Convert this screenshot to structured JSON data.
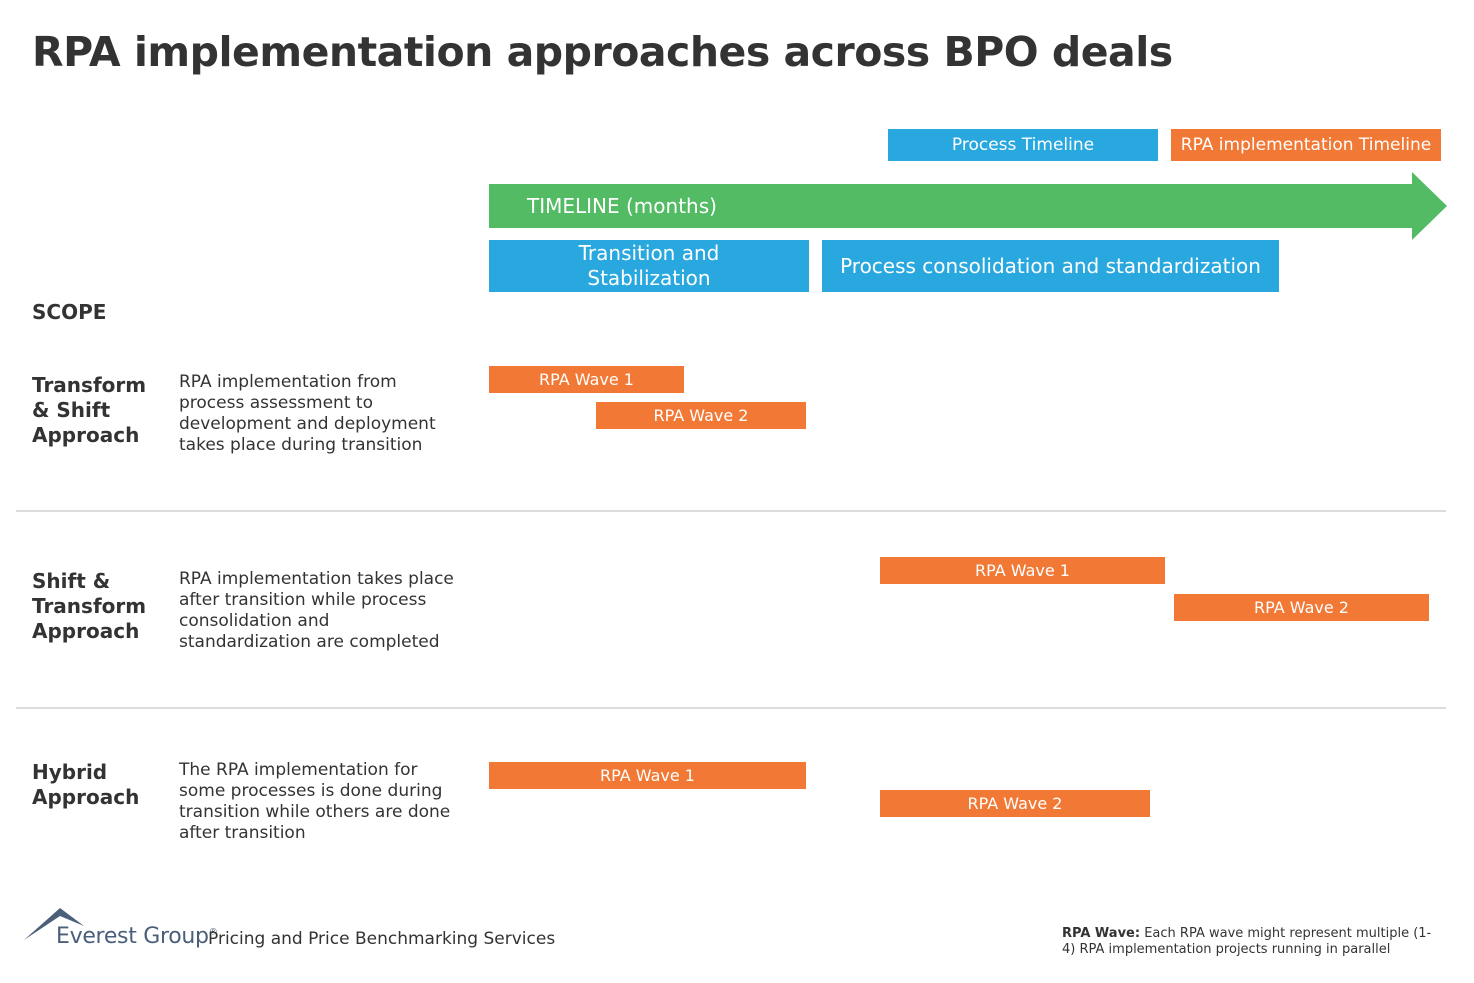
{
  "title": "RPA implementation approaches across BPO deals",
  "colors": {
    "process_blue": "#29a8e0",
    "rpa_orange": "#f27935",
    "timeline_green": "#52bb63",
    "text_dark": "#333333",
    "divider_gray": "#dcdcdc"
  },
  "legend": {
    "process": "Process Timeline",
    "rpa": "RPA implementation Timeline"
  },
  "timeline": {
    "label": "TIMELINE (months)"
  },
  "phases": {
    "transition": "Transition and Stabilization",
    "consolidation": "Process consolidation and standardization"
  },
  "scope_label": "SCOPE",
  "approaches": [
    {
      "name": "Transform & Shift Approach",
      "description": "RPA implementation from process assessment to development and deployment takes place during transition",
      "waves": [
        "RPA Wave 1",
        "RPA Wave 2"
      ]
    },
    {
      "name": "Shift & Transform Approach",
      "description": "RPA implementation takes place after transition while process consolidation and standardization are completed",
      "waves": [
        "RPA Wave 1",
        "RPA Wave 2"
      ]
    },
    {
      "name": "Hybrid Approach",
      "description": "The RPA implementation for some processes is done during transition while others are done after transition",
      "waves": [
        "RPA Wave 1",
        "RPA Wave 2"
      ]
    }
  ],
  "footer": {
    "brand": "Everest Group",
    "registered": "®",
    "service": "Pricing and Price Benchmarking Services",
    "note_term": "RPA Wave:",
    "note_text": " Each RPA wave might represent multiple (1-4) RPA implementation projects running in parallel"
  }
}
